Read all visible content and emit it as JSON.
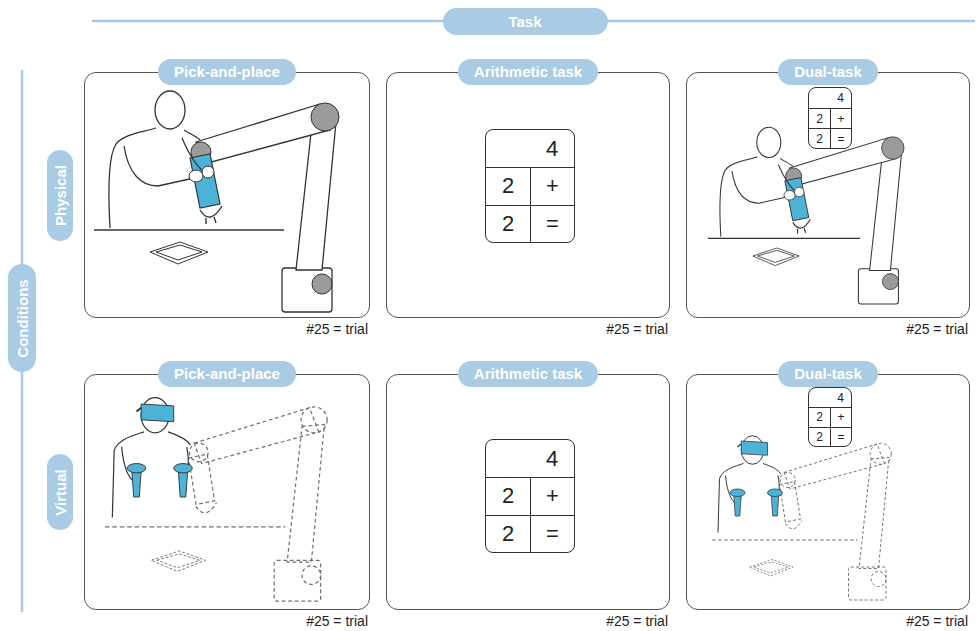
{
  "diagram": {
    "nodes": [
      {
        "text": [
          "Task"
        ]
      },
      {
        "text": [
          "Conditions"
        ]
      },
      {
        "text": [
          "Physical"
        ]
      },
      {
        "text": [
          "Pick-and-place"
        ]
      },
      {
        "text": [
          "Arithmetic task"
        ]
      },
      {
        "text": [
          "4",
          "2",
          "+",
          "2",
          "="
        ],
        "in": 4
      },
      {
        "text": [
          "Dual-task"
        ]
      },
      {
        "text": [
          "4",
          "2",
          "+",
          "2",
          "="
        ],
        "in": 6
      },
      {
        "text": [
          "Virtual"
        ]
      },
      {
        "text": [
          "Pick-and-place"
        ]
      },
      {
        "text": [
          "Arithmetic task"
        ]
      },
      {
        "text": [
          "4",
          "2",
          "+",
          "2",
          "="
        ],
        "in": 10
      },
      {
        "text": [
          "Dual-task"
        ]
      },
      {
        "text": [
          "4",
          "2",
          "+",
          "2",
          "="
        ],
        "in": 12
      }
    ],
    "labels": [
      "#25 = trial",
      "#25 = trial",
      "#25 = trial",
      "#25 = trial",
      "#25 = trial",
      "#25 = trial"
    ]
  }
}
